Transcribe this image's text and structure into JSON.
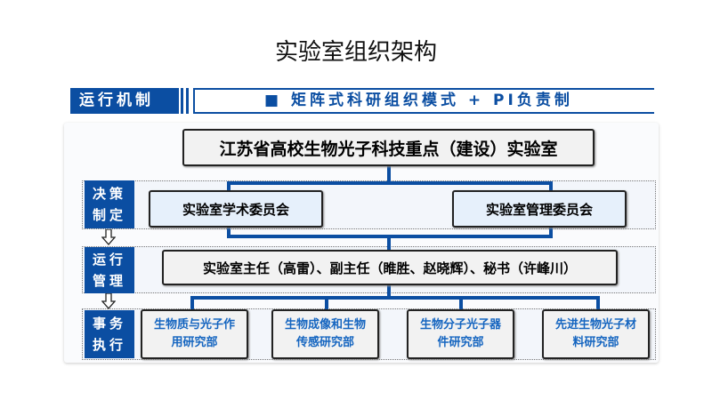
{
  "title": "实验室组织架构",
  "header": {
    "left_label": "运行机制",
    "right_label": "■ 矩阵式科研组织模式 + PI负责制"
  },
  "top_node": "江苏省高校生物光子科技重点（建设）实验室",
  "rows": [
    {
      "label_line1": "决策",
      "label_line2": "制定",
      "nodes": [
        "实验室学术委员会",
        "实验室管理委员会"
      ]
    },
    {
      "label_line1": "运行",
      "label_line2": "管理",
      "nodes": [
        "实验室主任（高雷）、副主任（睢胜、赵晓辉）、秘书（许峰川）"
      ]
    },
    {
      "label_line1": "事务",
      "label_line2": "执行",
      "nodes": [
        "生物质与光子作用研究部",
        "生物成像和生物传感研究部",
        "生物分子光子器件研究部",
        "先进生物光子材料研究部"
      ]
    }
  ],
  "colors": {
    "accent": "#0b4ea2",
    "dept_text": "#1565c0"
  }
}
